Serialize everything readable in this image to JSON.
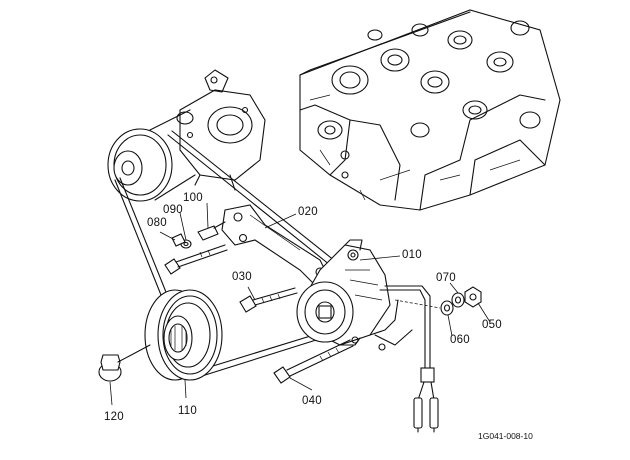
{
  "callouts": {
    "c010": "010",
    "c020": "020",
    "c030": "030",
    "c040": "040",
    "c050": "050",
    "c060": "060",
    "c070": "070",
    "c080": "080",
    "c090": "090",
    "c100": "100",
    "c110": "110",
    "c120": "120"
  },
  "figure_id": "1G041-008-10"
}
